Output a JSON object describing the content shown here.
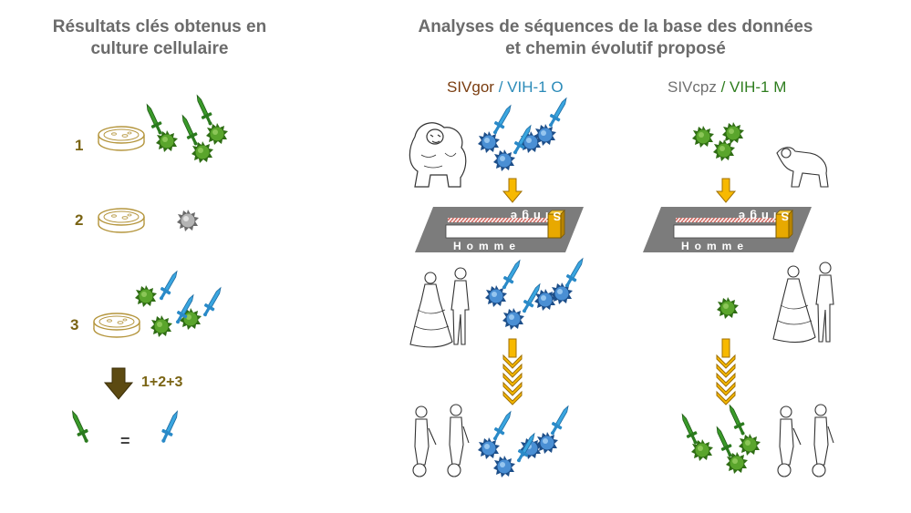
{
  "left_panel": {
    "title_line1": "Résultats clés obtenus en",
    "title_line2": "culture cellulaire",
    "steps": [
      "1",
      "2",
      "3"
    ],
    "combine_label": "1+2+3",
    "equals": "="
  },
  "right_panel": {
    "title_line1": "Analyses de séquences de la base des données",
    "title_line2": "et chemin évolutif proposé",
    "col1": {
      "name_a": "SIVgor",
      "sep": " / ",
      "name_b": "VIH-1 O"
    },
    "col2": {
      "name_a": "SIVcpz",
      "sep": " / ",
      "name_b": "VIH-1 M"
    },
    "gauge_top": "Singe",
    "gauge_bottom": "Homme"
  },
  "colors": {
    "title_gray": "#6b6b6b",
    "number_olive": "#7a6414",
    "sivgor_brown": "#7a3d10",
    "vih_o_blue": "#2a8ab8",
    "sivcpz_gray": "#707070",
    "vih_m_green": "#2e7d1e",
    "virus_green": "#3f8f1f",
    "virus_blue": "#3a82c8",
    "virus_gray": "#9a9a9a",
    "arrow_yellow": "#f7b900",
    "arrow_brown": "#5c4a12",
    "gauge_gray": "#7c7c7c",
    "gauge_block": "#e8a900"
  }
}
